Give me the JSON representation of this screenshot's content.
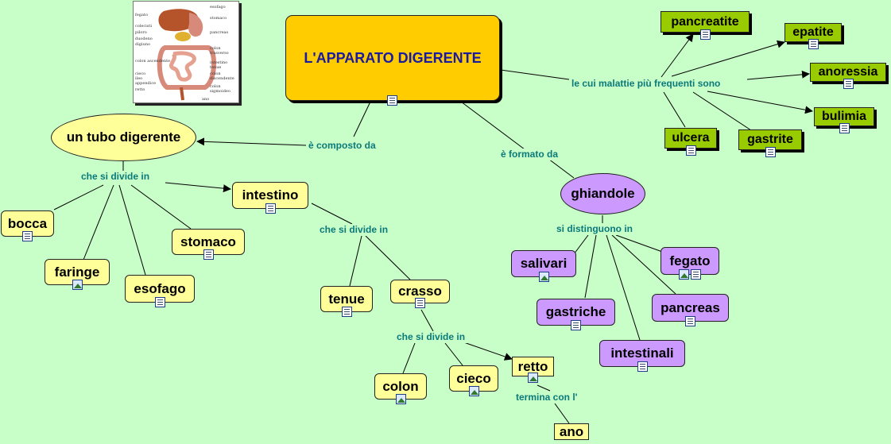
{
  "main": {
    "label": "L'APPARATO DIGERENTE"
  },
  "links": {
    "composto": "è composto da",
    "formato": "è formato da",
    "malattie": "le cui malattie più frequenti sono",
    "divide1": "che si divide in",
    "divide2": "che si divide in",
    "divide3": "che si divide in",
    "distinguono": "si distinguono in",
    "termina": "termina con l'"
  },
  "nodes": {
    "tubo": "un tubo digerente",
    "ghiandole": "ghiandole",
    "intestino": "intestino",
    "bocca": "bocca",
    "faringe": "faringe",
    "esofago": "esofago",
    "stomaco": "stomaco",
    "tenue": "tenue",
    "crasso": "crasso",
    "colon": "colon",
    "cieco": "cieco",
    "retto": "retto",
    "ano": "ano",
    "salivari": "salivari",
    "gastriche": "gastriche",
    "intestinali": "intestinali",
    "fegato": "fegato",
    "pancreas": "pancreas",
    "pancreatite": "pancreatite",
    "epatite": "epatite",
    "anoressia": "anoressia",
    "bulimia": "bulimia",
    "ulcera": "ulcera",
    "gastrite": "gastrite"
  },
  "thumbnail": {
    "labels": [
      "fegato",
      "colecisti",
      "piloro",
      "duodeno",
      "digiuno",
      "colon ascendente",
      "cieco",
      "ileo",
      "appendice",
      "retto",
      "esofago",
      "stomaco",
      "pancreas",
      "colon trasverso",
      "intestino tenue",
      "colon discendente",
      "colon sigmoideo",
      "ano"
    ]
  },
  "colors": {
    "background": "#c8fec8",
    "main": "#ffcc00",
    "yellow": "#ffff99",
    "purple": "#cc99ff",
    "green": "#99cc00",
    "link_text": "#0a7a7a",
    "main_text": "#1a1aa0"
  }
}
